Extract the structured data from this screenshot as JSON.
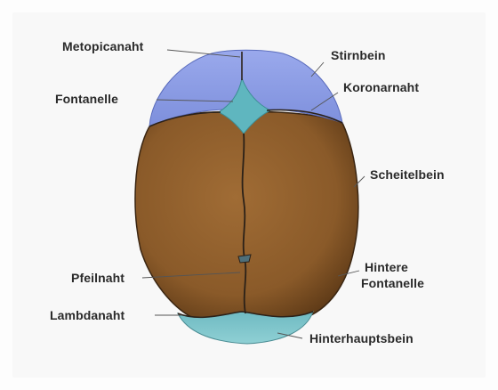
{
  "labels": {
    "metopicanaht": "Metopicanaht",
    "stirnbein": "Stirnbein",
    "fontanelle": "Fontanelle",
    "koronarnaht": "Koronarnaht",
    "scheitelbein": "Scheitelbein",
    "pfeilnaht": "Pfeilnaht",
    "hintere_fontanelle_line1": "Hintere",
    "hintere_fontanelle_line2": "Fontanelle",
    "lambdanaht": "Lambdanaht",
    "hinterhauptsbein": "Hinterhauptsbein"
  },
  "colors": {
    "frontal_bone": "#8e9ee6",
    "parietal_bone": "#8f5f2c",
    "fontanelle": "#5fb6bf",
    "occipital_bone": "#78c2c8",
    "suture": "#2b2118",
    "leader_line": "#555555"
  }
}
